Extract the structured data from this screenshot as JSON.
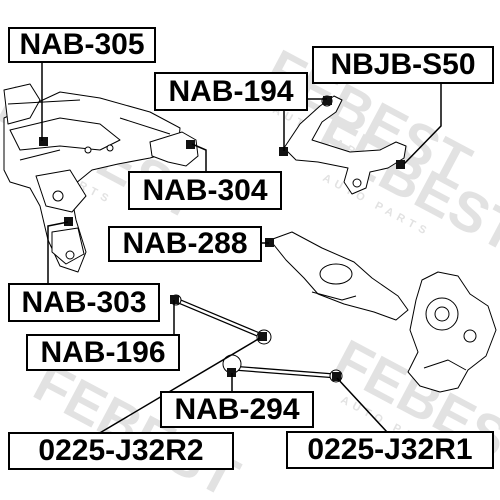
{
  "watermark": {
    "brand": "FEBEST",
    "tagline": "AUTO PARTS"
  },
  "labels": {
    "nab_305": "NAB-305",
    "nbjb_s50": "NBJB-S50",
    "nab_194": "NAB-194",
    "nab_304": "NAB-304",
    "nab_288": "NAB-288",
    "nab_303": "NAB-303",
    "nab_196": "NAB-196",
    "nab_294": "NAB-294",
    "j32r2": "0225-J32R2",
    "j32r1": "0225-J32R1"
  },
  "colors": {
    "ink": "#000000",
    "watermark": "#e4e4e4",
    "part_fill": "#ffffff",
    "bushing": "#111111"
  }
}
